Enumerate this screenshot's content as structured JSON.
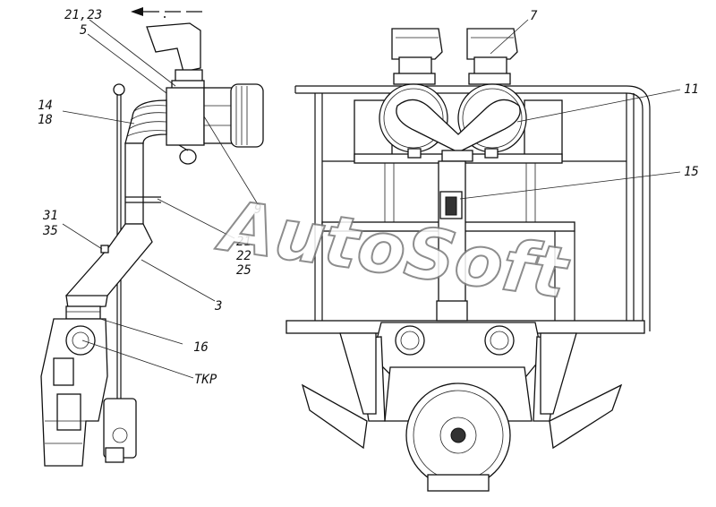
{
  "watermark": "AutoSoft",
  "callouts": {
    "c21_23": "21,23",
    "c5": "5",
    "c14": "14",
    "c18": "18",
    "c31": "31",
    "c35": "35",
    "c9": "9",
    "c21": "21",
    "c22": "22",
    "c25": "25",
    "c3": "3",
    "c16": "16",
    "ctkr": "ТКР",
    "c7": "7",
    "c11": "11",
    "c15": "15"
  }
}
